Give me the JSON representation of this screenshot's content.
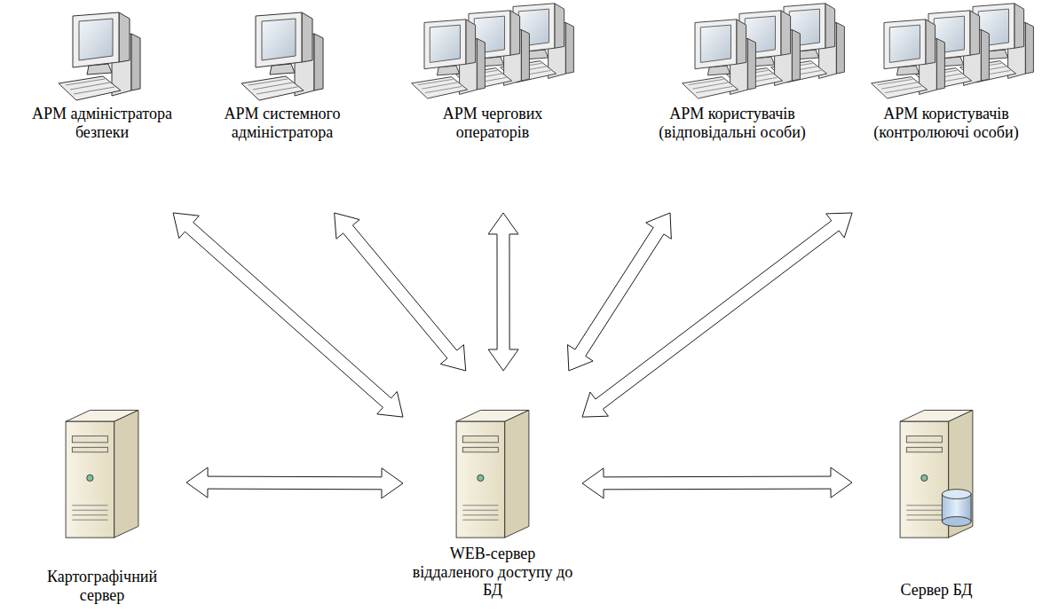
{
  "diagram": {
    "nodes": [
      {
        "text": [
          "АРМ адміністратора безпеки"
        ]
      },
      {
        "text": [
          "АРМ системного адміністратора"
        ]
      },
      {
        "text": [
          "АРМ чергових операторів"
        ]
      },
      {
        "text": [
          "АРМ користувачів (відповідальні особи)"
        ]
      },
      {
        "text": [
          "АРМ користувачів (контролюючі особи)"
        ]
      },
      {
        "text": [
          "Картографічний сервер"
        ]
      },
      {
        "text": [
          "WEB-сервер віддаленого доступу до БД"
        ]
      },
      {
        "text": [
          "Сервер БД"
        ]
      }
    ],
    "edges": [
      {
        "from": 0,
        "to": 6,
        "arrow": "both"
      },
      {
        "from": 1,
        "to": 6,
        "arrow": "both"
      },
      {
        "from": 2,
        "to": 6,
        "arrow": "both"
      },
      {
        "from": 3,
        "to": 6,
        "arrow": "both"
      },
      {
        "from": 4,
        "to": 6,
        "arrow": "both"
      },
      {
        "from": 5,
        "to": 6,
        "arrow": "both"
      },
      {
        "from": 6,
        "to": 7,
        "arrow": "both"
      }
    ]
  }
}
